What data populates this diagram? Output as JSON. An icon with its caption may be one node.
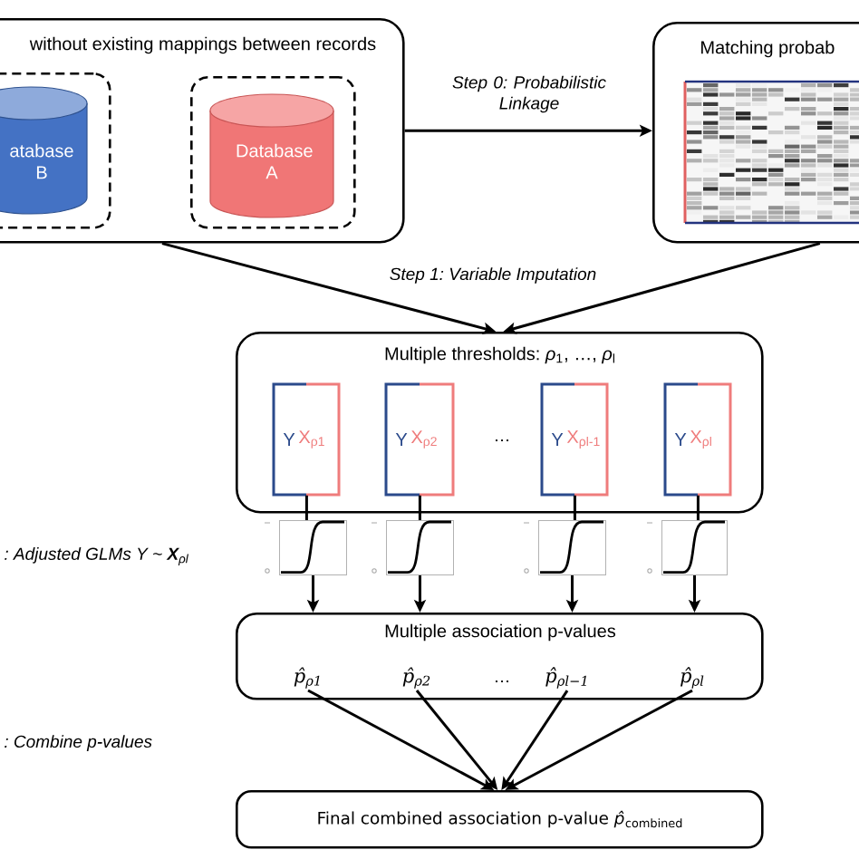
{
  "diagram": {
    "nodes": [
      {
        "text": [
          "without existing mappings between records"
        ]
      },
      {
        "text": [],
        "shape": "box",
        "in": 0
      },
      {
        "text": [
          "atabase B"
        ],
        "in": 1
      },
      {
        "text": [],
        "shape": "box",
        "in": 0
      },
      {
        "text": [
          "Database A"
        ],
        "in": 3
      },
      {
        "text": [
          "Matching probab"
        ]
      },
      {
        "text": [
          "Multiple thresholds: *ρ*$_{1}$, …, *ρ*$_{l}$"
        ]
      },
      {
        "text": [
          "Y",
          "X$_{ρ1}$"
        ],
        "in": 6
      },
      {
        "text": [
          "Y",
          "X$_{ρ2}$"
        ],
        "in": 6
      },
      {
        "text": [
          "Y",
          "X$_{ρl-1}$"
        ],
        "in": 6
      },
      {
        "text": [
          "Y",
          "X$_{ρl}$"
        ],
        "in": 6
      },
      {
        "text": [],
        "shape": "picture"
      },
      {
        "text": [],
        "shape": "picture"
      },
      {
        "text": [],
        "shape": "picture"
      },
      {
        "text": [],
        "shape": "picture"
      },
      {
        "text": [
          "Multiple association p-values"
        ]
      },
      {
        "text": [
          "p̂$_{ρ1}$"
        ],
        "in": 15
      },
      {
        "text": [
          "p̂$_{ρ2}$"
        ],
        "in": 15
      },
      {
        "text": [
          "p̂$_{ρl−1}$"
        ],
        "in": 15
      },
      {
        "text": [
          "p̂$_{ρl}$"
        ],
        "in": 15
      },
      {
        "text": [
          "Final combined association p-value *p̂*$_{combined}$"
        ]
      }
    ],
    "edges": [
      {
        "from": 0,
        "to": 5,
        "arrow": "to",
        "label": "Step 0: Probabilistic Linkage"
      },
      {
        "from": 0,
        "to": 6,
        "arrow": "to",
        "label": "Step 1: Variable Imputation"
      },
      {
        "from": 5,
        "to": 6,
        "arrow": "to"
      },
      {
        "from": 7,
        "to": 11,
        "arrow": "none"
      },
      {
        "from": 8,
        "to": 12,
        "arrow": "none"
      },
      {
        "from": 9,
        "to": 13,
        "arrow": "none"
      },
      {
        "from": 10,
        "to": 14,
        "arrow": "none"
      },
      {
        "from": 11,
        "to": 15,
        "arrow": "to"
      },
      {
        "from": 12,
        "to": 15,
        "arrow": "to"
      },
      {
        "from": 13,
        "to": 15,
        "arrow": "to"
      },
      {
        "from": 14,
        "to": 15,
        "arrow": "to"
      },
      {
        "from": 16,
        "to": 20,
        "arrow": "to"
      },
      {
        "from": 17,
        "to": 20,
        "arrow": "to"
      },
      {
        "from": 18,
        "to": 20,
        "arrow": "to"
      },
      {
        "from": 19,
        "to": 20,
        "arrow": "to"
      }
    ],
    "labels": [
      "…",
      ": Adjusted GLMs Y ~ **X**$_{ρl}$",
      "…",
      ": Combine p-values"
    ]
  }
}
